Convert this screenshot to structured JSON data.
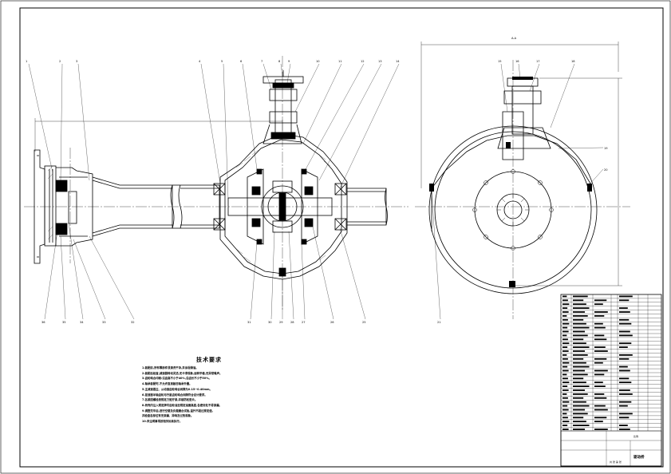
{
  "drawing": {
    "section_label": "A-A",
    "notes_title": "技术要求",
    "notes": [
      "1.装配前,所有零部件须清洗干净,并涂润滑油。",
      "2.装配后检查,减速器转动灵活,无卡滞现象,运转平稳,无异常噪声。",
      "3.齿轮啮合印痕:沿齿高不小于40%,沿齿长不小于50%。",
      "4.轴承装配时,不允许直接敲击轴承外圈。",
      "5.主减速器主、从动锥齿轮啮合间隙为0.15~0.40mm。",
      "6.差速器半轴齿轮与行星齿轮啮合间隙符合设计要求。",
      "7.各紧固螺栓按规定力矩拧紧,并装防松垫片。",
      "8.桥壳内注入规定牌号齿轮油至规定油面高度,各密封处不得渗漏。",
      "9.调整完毕后,进行空载及负载磨合试验,温升不超过规定值,",
      "   并检查各部位有无渗漏、异响及过热现象。",
      "10.未注明事项按相关标准执行。"
    ],
    "title_block": {
      "drawing_name": "驱动桥",
      "scale_label": "比例",
      "sheet_label": "共 张 第 张"
    }
  }
}
